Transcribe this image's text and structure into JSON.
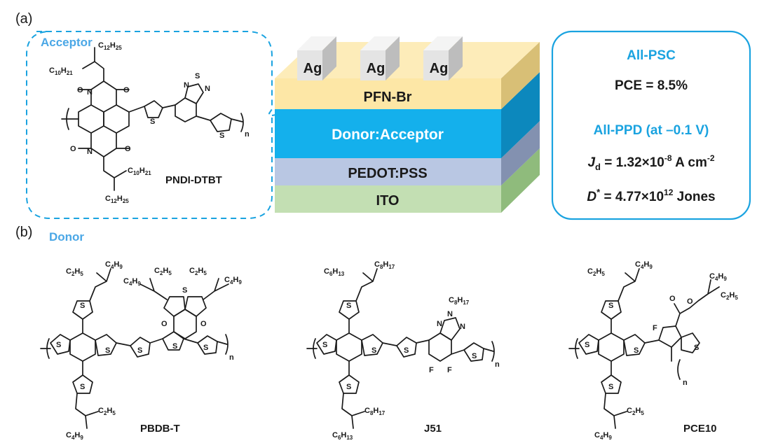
{
  "panels": {
    "a": "(a)",
    "b": "(b)"
  },
  "acceptor": {
    "heading": "Acceptor",
    "name": "PNDI-DTBT",
    "chains": {
      "c12": "C12H25",
      "c10": "C10H21"
    },
    "n": "n"
  },
  "device": {
    "electrodes": [
      "Ag",
      "Ag",
      "Ag"
    ],
    "layers": [
      "PFN-Br",
      "Donor:Acceptor",
      "PEDOT:PSS",
      "ITO"
    ],
    "colors": {
      "pfn": "#fde7a6",
      "active": "#14b0ec",
      "pedot": "#b9c7e3",
      "ito": "#c3dfb3",
      "ag": "#eaeaea"
    }
  },
  "results": {
    "psc_title": "All-PSC",
    "pce": "PCE = 8.5%",
    "ppd_title": "All-PPD (at –0.1 V)",
    "jd": {
      "sym": "J",
      "sub": "d",
      "eq": " = 1.32×10",
      "exp": "-8",
      "unit": " A cm",
      "uexp": "-2"
    },
    "dstar": {
      "sym": "D",
      "sup": "*",
      "eq": " = 4.77×10",
      "exp": "12",
      "unit": " Jones"
    },
    "accent": "#1aa3e0"
  },
  "donor": {
    "heading": "Donor",
    "polymers": [
      {
        "name": "PBDB-T"
      },
      {
        "name": "J51"
      },
      {
        "name": "PCE10"
      }
    ]
  }
}
